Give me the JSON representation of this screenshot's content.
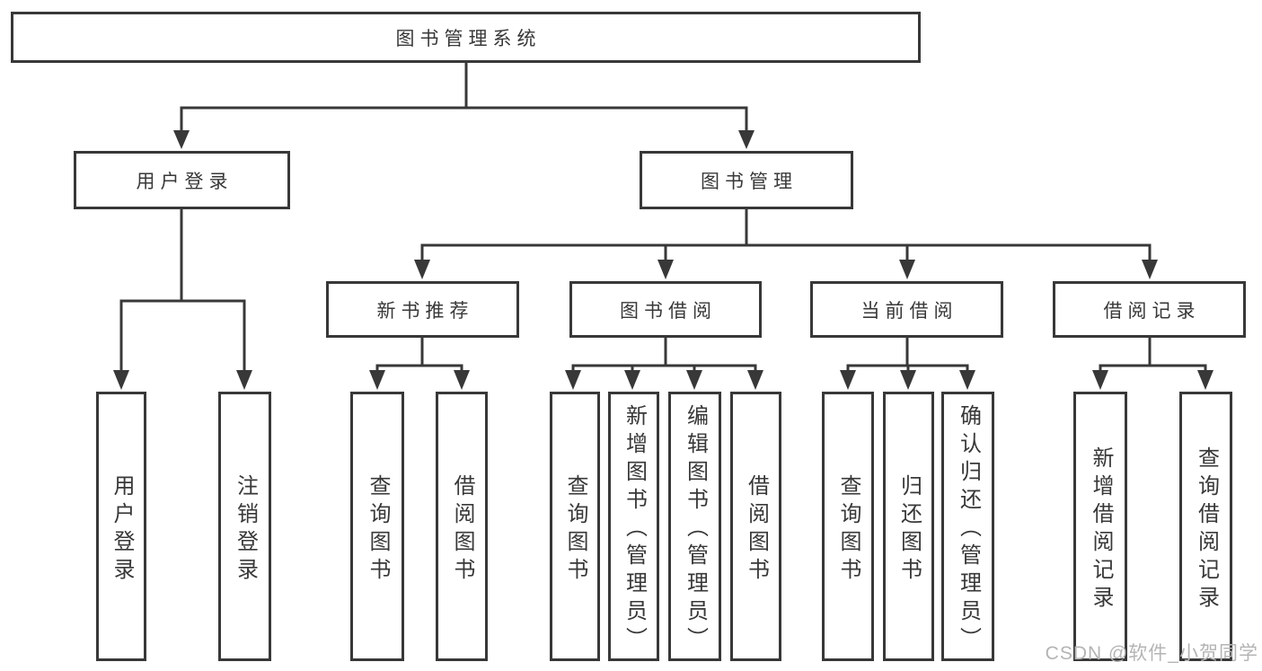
{
  "diagram": {
    "root": {
      "label": "图书管理系统"
    },
    "branches": [
      {
        "label": "用户登录",
        "children": [
          {
            "label": "用户登录"
          },
          {
            "label": "注销登录"
          }
        ]
      },
      {
        "label": "图书管理",
        "children": [
          {
            "label": "新书推荐",
            "children": [
              {
                "label": "查询图书"
              },
              {
                "label": "借阅图书"
              }
            ]
          },
          {
            "label": "图书借阅",
            "children": [
              {
                "label": "查询图书"
              },
              {
                "label": "新增图书（管理员）"
              },
              {
                "label": "编辑图书（管理员）"
              },
              {
                "label": "借阅图书"
              }
            ]
          },
          {
            "label": "当前借阅",
            "children": [
              {
                "label": "查询图书"
              },
              {
                "label": "归还图书"
              },
              {
                "label": "确认归还（管理员）"
              }
            ]
          },
          {
            "label": "借阅记录",
            "children": [
              {
                "label": "新增借阅记录"
              },
              {
                "label": "查询借阅记录"
              }
            ]
          }
        ]
      }
    ]
  },
  "watermark": "CSDN @软件_小贺同学",
  "colors": {
    "line": "#383838",
    "text": "#383838",
    "background": "#ffffff",
    "watermark": "#b4b4b4"
  }
}
